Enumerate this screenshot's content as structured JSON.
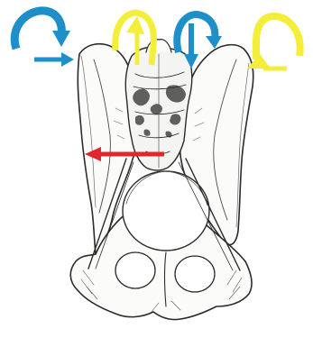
{
  "colors": {
    "background": "#ffffff",
    "bone_fill": "#fbfbfa",
    "bone_outline": "#2b2b2b",
    "bone_shading": "#555555",
    "arrow_blue": "#1f8fc9",
    "arrow_yellow": "#f3ee3a",
    "arrow_red": "#e0272b"
  },
  "figure": {
    "subject": "pelvis-ventral-view-drawing",
    "icons": [
      "curved-arrow-blue-clockwise",
      "curved-arrow-yellow-up",
      "curved-arrow-blue-down",
      "curved-arrow-yellow-counterclockwise",
      "straight-arrow-blue-right",
      "straight-arrow-red-left"
    ]
  }
}
